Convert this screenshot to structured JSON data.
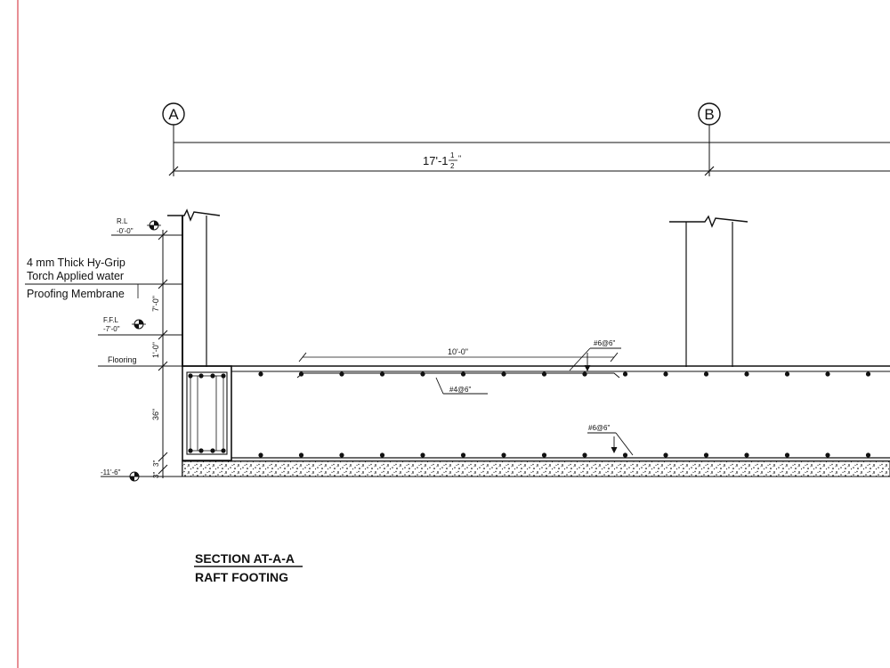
{
  "grid": {
    "axis_a": "A",
    "axis_b": "B",
    "span": "17'-1",
    "span_fraction_num": "1",
    "span_fraction_den": "2",
    "span_inch_mark": "\""
  },
  "levels": {
    "rl_label": "R.L",
    "rl_value": "-0'-0\"",
    "ffl_label": "F.F.L",
    "ffl_value": "-7'-0\"",
    "flooring_label": "Flooring",
    "bottom_value": "-11'-6\""
  },
  "vertical_dims": {
    "d1": "7'-0\"",
    "d2": "1'-0\"",
    "d3": "36\"",
    "d4": "3\"",
    "d5": "3\""
  },
  "note": {
    "line1": "4 mm Thick Hy-Grip",
    "line2": "Torch Applied water",
    "line3": "Proofing Membrane"
  },
  "rebar": {
    "top_length": "10'-0\"",
    "top_bar": "#6@6\"",
    "dist_bar": "#4@6\"",
    "bottom_bar": "#6@6\""
  },
  "title": {
    "line1": "SECTION AT-A-A",
    "line2": "RAFT FOOTING"
  },
  "colors": {
    "margin_line": "#e06a72",
    "ink": "#111111"
  }
}
